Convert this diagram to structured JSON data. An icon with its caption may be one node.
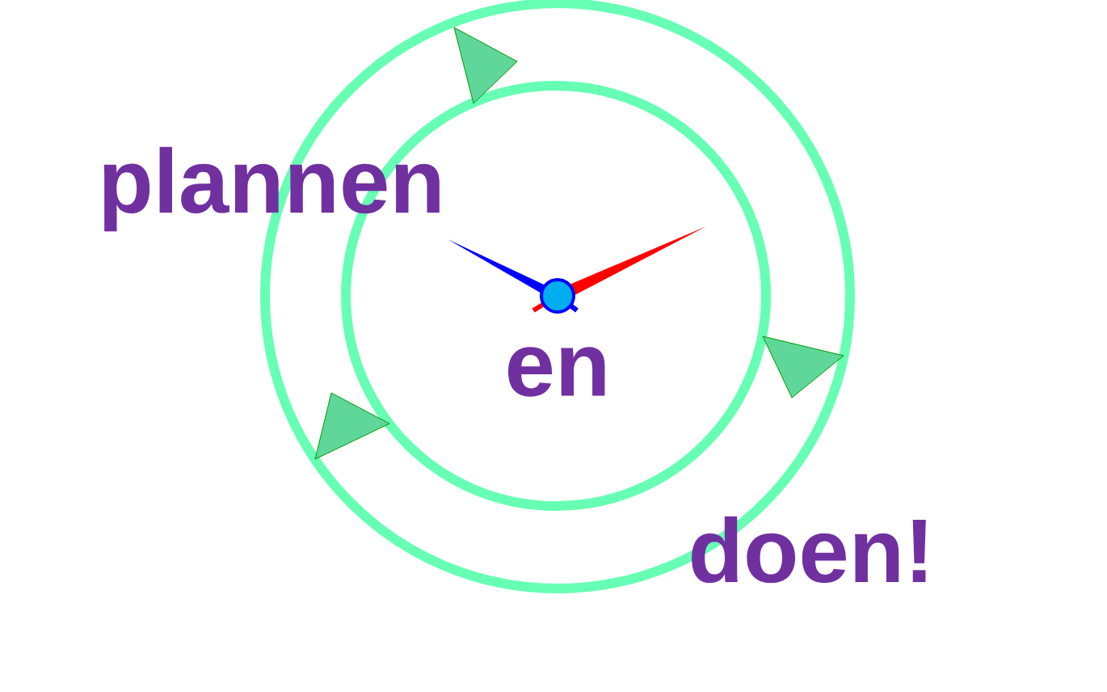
{
  "diagram": {
    "labels": [
      "plannen",
      "en",
      "doen!"
    ]
  }
}
